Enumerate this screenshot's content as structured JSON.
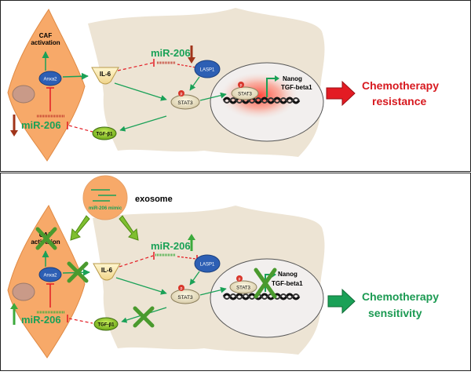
{
  "panels": {
    "top": {
      "caf_label_line1": "CAF",
      "caf_label_line2": "activation",
      "annexin": "Anxa2",
      "il6": "IL-6",
      "mir206_upper": "miR-206",
      "mir206_lower": "miR-206",
      "lasp1": "LASP1",
      "stat3_cyto": "STAT3",
      "stat3_nuc": "STAT3",
      "p_marker": "p",
      "nanog": "Nanog",
      "tgfb1": "TGF-beta1",
      "tgfb_ligand": "TGF-β1",
      "outcome_line1": "Chemotherapy",
      "outcome_line2": "resistance"
    },
    "bottom": {
      "exosome_label": "exosome",
      "mimic_label": "miR-206 mimic",
      "caf_label_line1": "CAF",
      "caf_label_line2": "activation",
      "annexin": "Anxa2",
      "il6": "IL-6",
      "mir206_upper": "miR-206",
      "mir206_lower": "miR-206",
      "lasp1": "LASP1",
      "stat3_cyto": "STAT3",
      "stat3_nuc": "STAT3",
      "p_marker": "p",
      "nanog": "Nanog",
      "tgfb1": "TGF-beta1",
      "tgfb_ligand": "TGF-β1",
      "outcome_line1": "Chemotherapy",
      "outcome_line2": "sensitivity"
    }
  },
  "colors": {
    "caf_fill": "#f7a969",
    "cancer_cell": "#ede4d4",
    "red": "#e31b23",
    "green": "#1aa157",
    "outcome_red": "#d7191f",
    "outcome_green": "#1b9a52",
    "blue_node": "#2d5fb4",
    "olive": "#7fbf30",
    "dark_red_arrow": "#a0341a"
  },
  "icons": [
    "right-arrow-red-icon",
    "right-arrow-green-icon",
    "x-mark-icon",
    "up-arrow-icon",
    "down-arrow-icon"
  ]
}
